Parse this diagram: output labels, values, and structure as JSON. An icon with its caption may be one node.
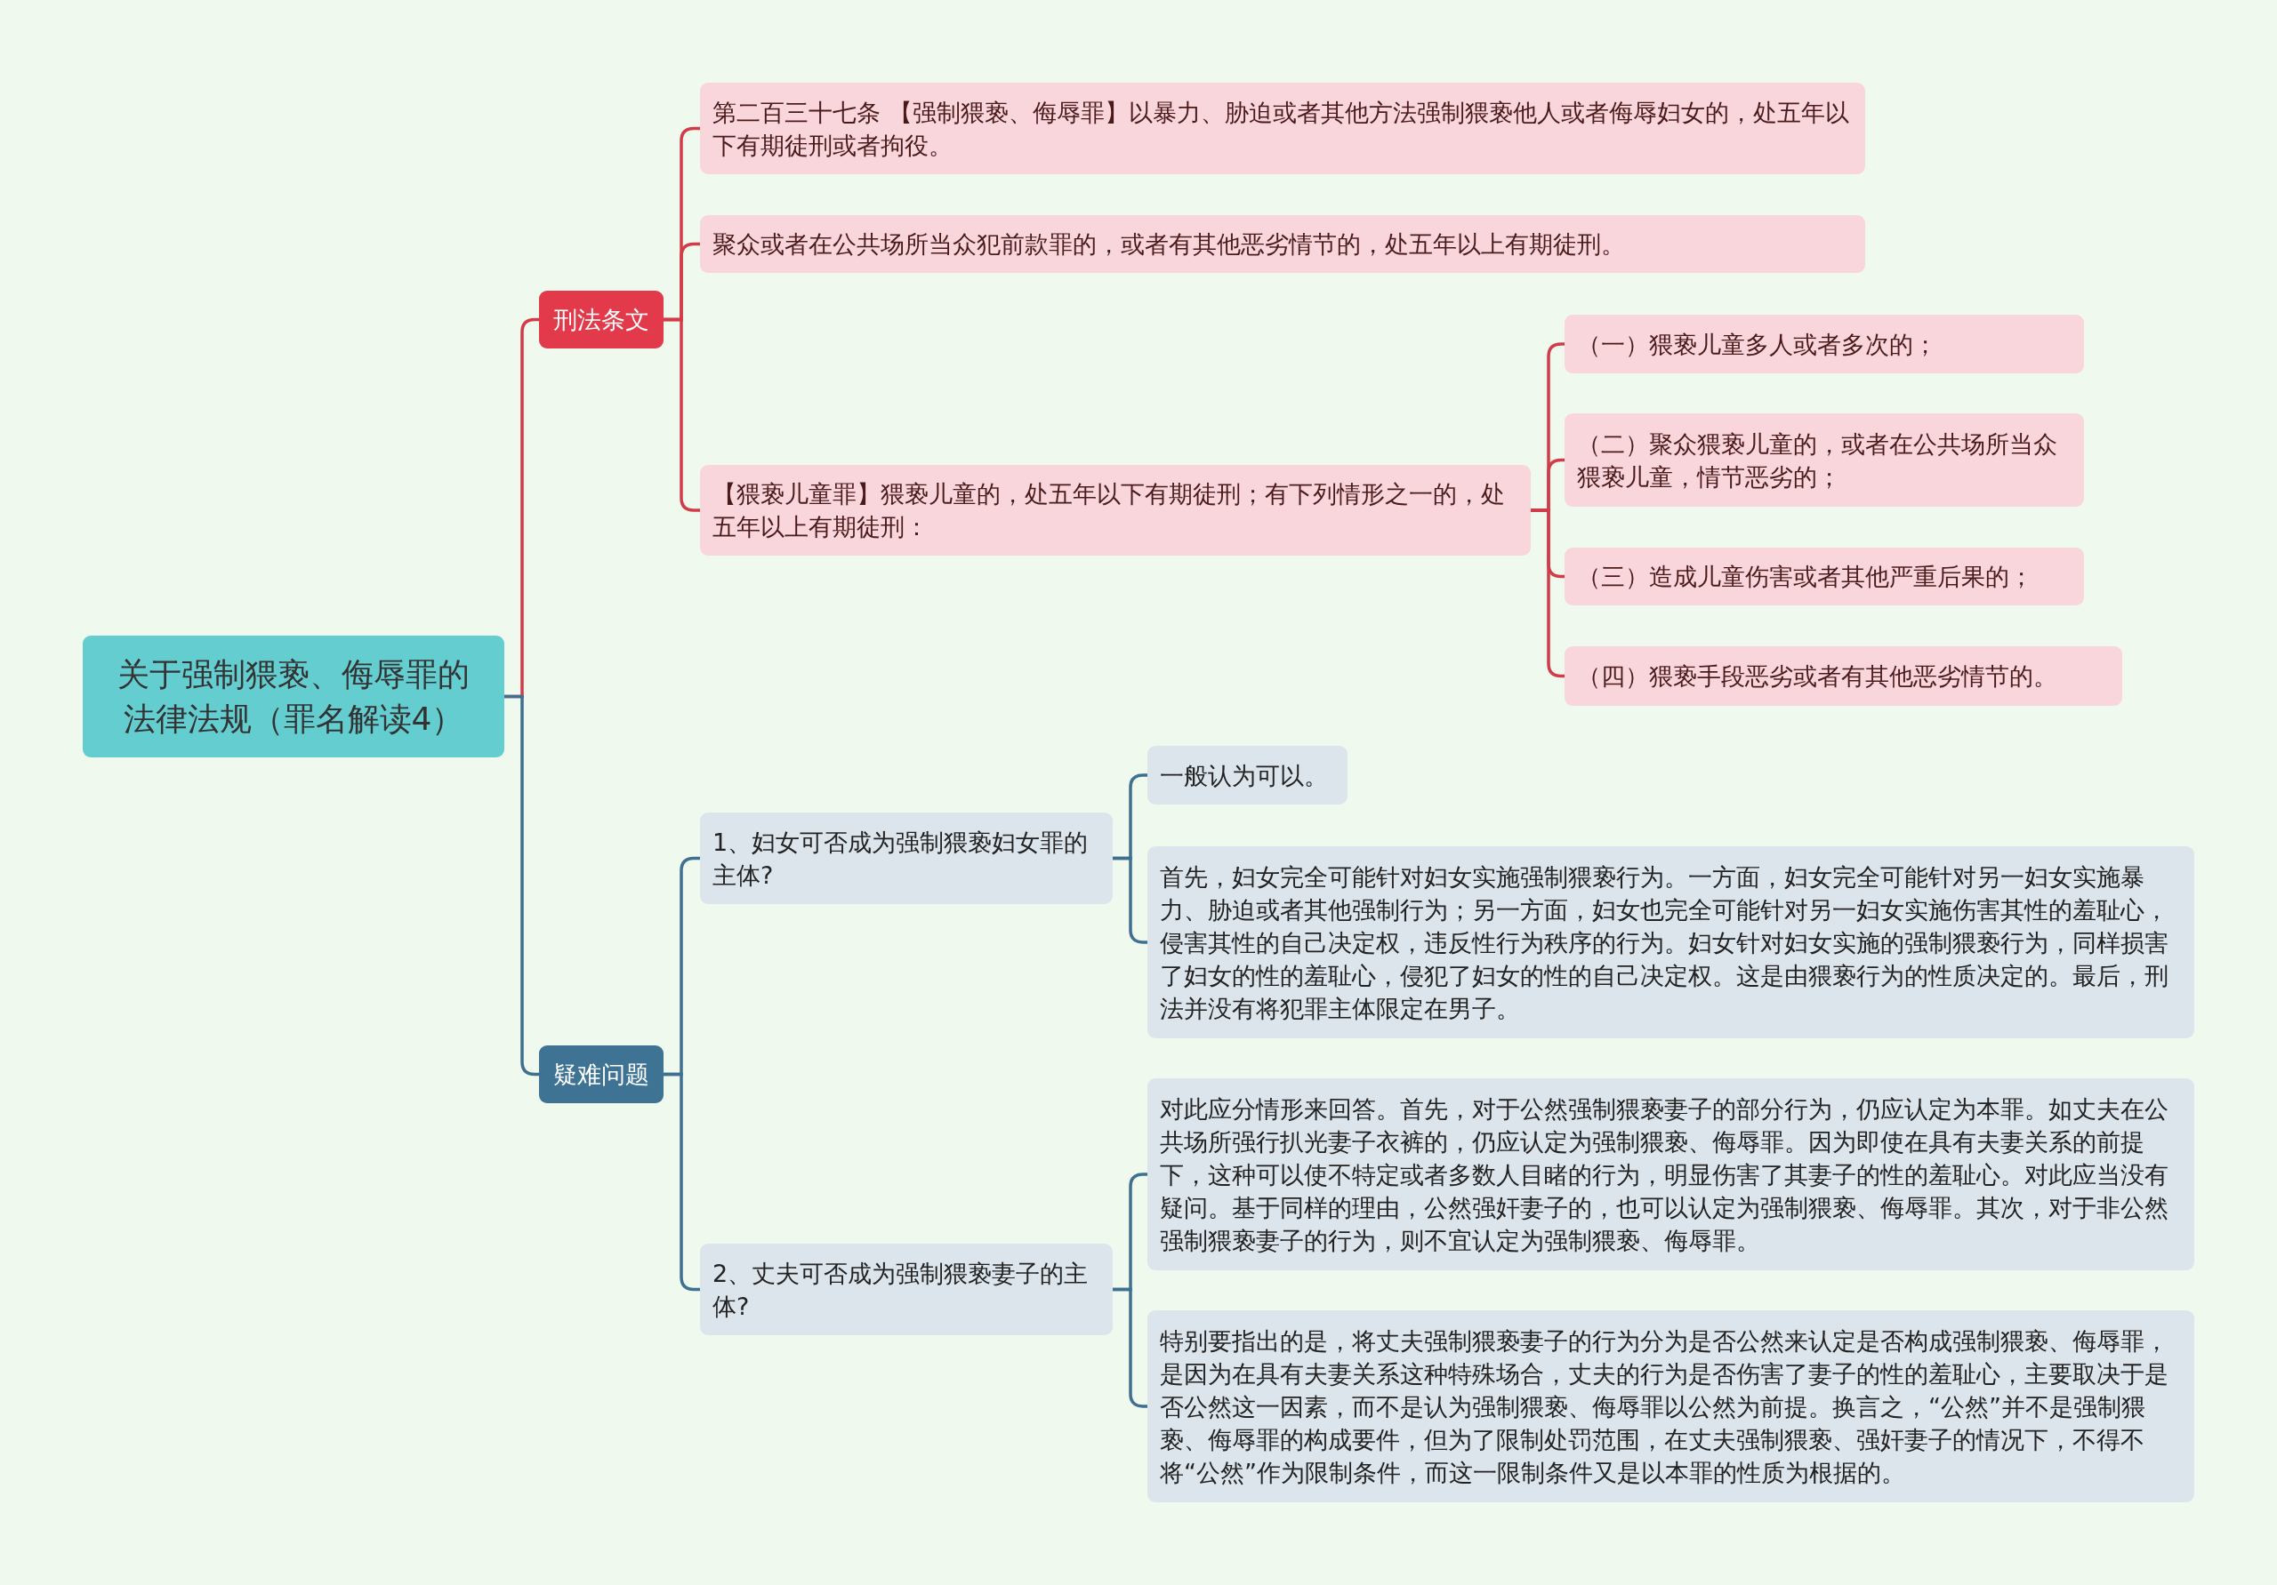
{
  "diagram": {
    "nodes": [
      {
        "text": [
          "关于强制猥亵、侮辱罪的法律法规（罪名解读4）"
        ]
      },
      {
        "text": [
          "刑法条文"
        ]
      },
      {
        "text": [
          "第二百三十七条 【强制猥亵、侮辱罪】以暴力、胁迫或者其他方法强制猥亵他人或者侮辱妇女的，处五年以下有期徒刑或者拘役。"
        ]
      },
      {
        "text": [
          "聚众或者在公共场所当众犯前款罪的，或者有其他恶劣情节的，处五年以上有期徒刑。"
        ]
      },
      {
        "text": [
          "【猥亵儿童罪】猥亵儿童的，处五年以下有期徒刑；有下列情形之一的，处五年以上有期徒刑："
        ]
      },
      {
        "text": [
          "（一）猥亵儿童多人或者多次的；"
        ]
      },
      {
        "text": [
          "（二）聚众猥亵儿童的，或者在公共场所当众猥亵儿童，情节恶劣的；"
        ]
      },
      {
        "text": [
          "（三）造成儿童伤害或者其他严重后果的；"
        ]
      },
      {
        "text": [
          "（四）猥亵手段恶劣或者有其他恶劣情节的。"
        ]
      },
      {
        "text": [
          "疑难问题"
        ]
      },
      {
        "text": [
          "1、妇女可否成为强制猥亵妇女罪的主体?"
        ]
      },
      {
        "text": [
          "一般认为可以。"
        ]
      },
      {
        "text": [
          "首先，妇女完全可能针对妇女实施强制猥亵行为。一方面，妇女完全可能针对另一妇女实施暴力、胁迫或者其他强制行为；另一方面，妇女也完全可能针对另一妇女实施伤害其性的羞耻心，侵害其性的自己决定权，违反性行为秩序的行为。妇女针对妇女实施的强制猥亵行为，同样损害了妇女的性的羞耻心，侵犯了妇女的性的自己决定权。这是由猥亵行为的性质决定的。最后，刑法并没有将犯罪主体限定在男子。"
        ]
      },
      {
        "text": [
          "2、丈夫可否成为强制猥亵妻子的主体?"
        ]
      },
      {
        "text": [
          "对此应分情形来回答。首先，对于公然强制猥亵妻子的部分行为，仍应认定为本罪。如丈夫在公共场所强行扒光妻子衣裤的，仍应认定为强制猥亵、侮辱罪。因为即使在具有夫妻关系的前提下，这种可以使不特定或者多数人目睹的行为，明显伤害了其妻子的性的羞耻心。对此应当没有疑问。基于同样的理由，公然强奸妻子的，也可以认定为强制猥亵、侮辱罪。其次，对于非公然强制猥亵妻子的行为，则不宜认定为强制猥亵、侮辱罪。"
        ]
      },
      {
        "text": [
          "特别要指出的是，将丈夫强制猥亵妻子的行为分为是否公然来认定是否构成强制猥亵、侮辱罪，是因为在具有夫妻关系这种特殊场合，丈夫的行为是否伤害了妻子的性的羞耻心，主要取决于是否公然这一因素，而不是认为强制猥亵、侮辱罪以公然为前提。换言之，“公然”并不是强制猥亵、侮辱罪的构成要件，但为了限制处罚范围，在丈夫强制猥亵、强奸妻子的情况下，不得不将“公然”作为限制条件，而这一限制条件又是以本罪的性质为根据的。"
        ]
      }
    ],
    "edges": [
      {
        "from": 0,
        "to": 1,
        "arrow": "none"
      },
      {
        "from": 0,
        "to": 9,
        "arrow": "none",
        "color": "#3f6f91"
      },
      {
        "from": 1,
        "to": 2,
        "arrow": "none"
      },
      {
        "from": 1,
        "to": 3,
        "arrow": "none"
      },
      {
        "from": 1,
        "to": 4,
        "arrow": "none"
      },
      {
        "from": 4,
        "to": 5,
        "arrow": "none"
      },
      {
        "from": 4,
        "to": 6,
        "arrow": "none"
      },
      {
        "from": 4,
        "to": 7,
        "arrow": "none"
      },
      {
        "from": 4,
        "to": 8,
        "arrow": "none"
      },
      {
        "from": 9,
        "to": 10,
        "arrow": "none",
        "color": "#3f6f91"
      },
      {
        "from": 9,
        "to": 13,
        "arrow": "none",
        "color": "#3f6f91"
      },
      {
        "from": 10,
        "to": 11,
        "arrow": "none",
        "color": "#3f6f91"
      },
      {
        "from": 10,
        "to": 12,
        "arrow": "none",
        "color": "#3f6f91"
      },
      {
        "from": 13,
        "to": 14,
        "arrow": "none",
        "color": "#3f6f91"
      },
      {
        "from": 13,
        "to": 15,
        "arrow": "none",
        "color": "#3f6f91"
      }
    ]
  }
}
